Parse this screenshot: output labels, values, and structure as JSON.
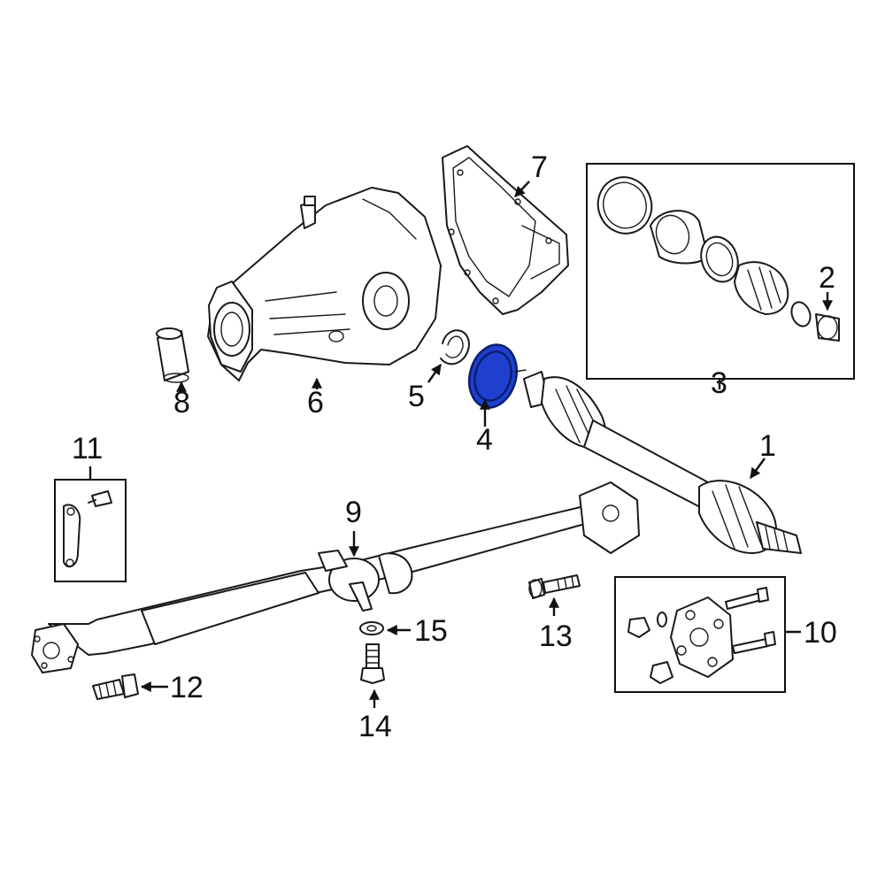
{
  "callouts": {
    "c1": "1",
    "c2": "2",
    "c3": "3",
    "c4": "4",
    "c5": "5",
    "c6": "6",
    "c7": "7",
    "c8": "8",
    "c9": "9",
    "c10": "10",
    "c11": "11",
    "c12": "12",
    "c13": "13",
    "c14": "14",
    "c15": "15"
  },
  "colors": {
    "highlight": "#1f3fcf",
    "line": "#1a1a1a",
    "background": "#ffffff"
  },
  "highlighted_part": "4"
}
